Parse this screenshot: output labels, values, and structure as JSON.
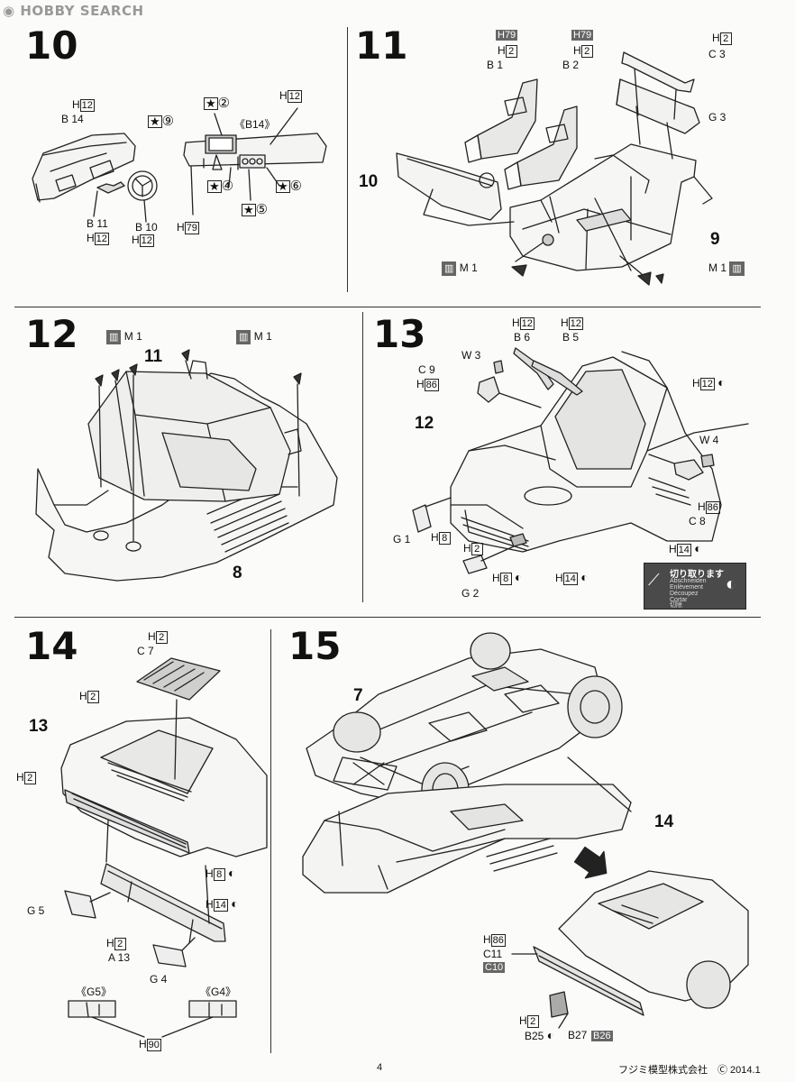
{
  "watermark": "HOBBY SEARCH",
  "steps": {
    "s10": {
      "num": "10",
      "dash_h": "H",
      "dash_h_n": "12",
      "dash_b": "B 14",
      "star2": "②",
      "b14": "《B14》",
      "h12b": "12",
      "star9": "⑨",
      "star4": "④",
      "star5": "⑤",
      "star6": "⑥",
      "b11": "B 11",
      "h12c": "12",
      "b10": "B 10",
      "h12d": "12",
      "h79": "79"
    },
    "s11": {
      "num": "11",
      "h79a": "H79",
      "h79b": "H79",
      "h2a": "2",
      "h2b": "2",
      "h2c": "2",
      "b1": "B 1",
      "b2": "B 2",
      "c3": "C 3",
      "g3": "G 3",
      "ref10": "10",
      "ref9": "9",
      "m1a": "M 1",
      "m1b": "M 1"
    },
    "s12": {
      "num": "12",
      "m1a": "M 1",
      "m1b": "M 1",
      "ref11": "11",
      "ref8": "8"
    },
    "s13": {
      "num": "13",
      "h12a": "12",
      "h12b": "12",
      "b6": "B 6",
      "b5": "B 5",
      "w3": "W 3",
      "c9": "C 9",
      "h86a": "86",
      "ref12": "12",
      "h12c": "12",
      "w4": "W 4",
      "h86b": "86",
      "c8": "C 8",
      "g1": "G 1",
      "h8a": "8",
      "h2": "2",
      "h8b": "8",
      "h14a": "14",
      "h14b": "14",
      "g2": "G 2",
      "cut_title": "切り取ります",
      "cut_lines": [
        "Abschneiden",
        "Enlèvement",
        "Découpez",
        "Cortar",
        "切除"
      ]
    },
    "s14": {
      "num": "14",
      "h2a": "2",
      "c7": "C 7",
      "h2b": "2",
      "ref13": "13",
      "h2c": "2",
      "h8": "8",
      "h14": "14",
      "g5": "G 5",
      "h2d": "2",
      "a13": "A 13",
      "g4": "G 4",
      "g5b": "《G5》",
      "g4b": "《G4》",
      "h90": "90"
    },
    "s15": {
      "num": "15",
      "ref7": "7",
      "ref14": "14",
      "h86": "86",
      "c11": "C11",
      "c10": "C10",
      "h2": "2",
      "b25": "B25",
      "b27": "B27",
      "b26": "B26"
    }
  },
  "footer": {
    "page": "4",
    "company": "フジミ模型株式会社",
    "copy": "Ⓒ 2014.1"
  }
}
